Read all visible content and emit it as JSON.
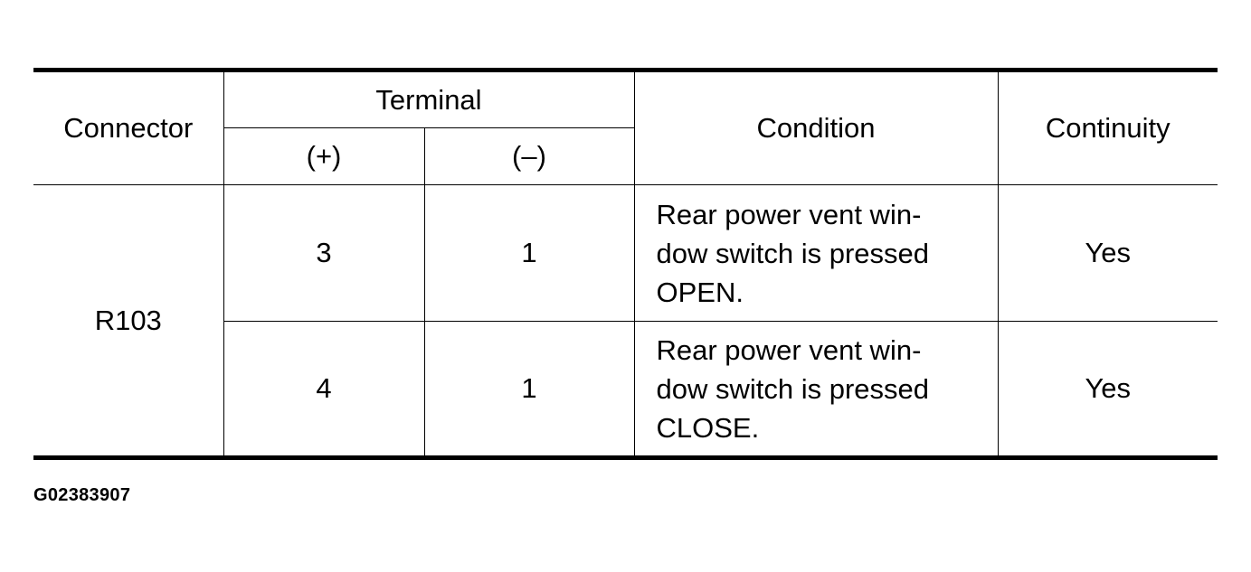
{
  "table": {
    "headers": {
      "connector": "Connector",
      "terminal": "Terminal",
      "terminal_plus": "(+)",
      "terminal_minus": "(–)",
      "condition": "Condition",
      "continuity": "Continuity"
    },
    "connector_value": "R103",
    "rows": [
      {
        "plus": "3",
        "minus": "1",
        "condition_lines": [
          "Rear power vent win-",
          "dow switch is pressed",
          "OPEN."
        ],
        "continuity": "Yes"
      },
      {
        "plus": "4",
        "minus": "1",
        "condition_lines": [
          "Rear power vent win-",
          "dow switch is pressed",
          "CLOSE."
        ],
        "continuity": "Yes"
      }
    ]
  },
  "figure_id": "G02383907"
}
